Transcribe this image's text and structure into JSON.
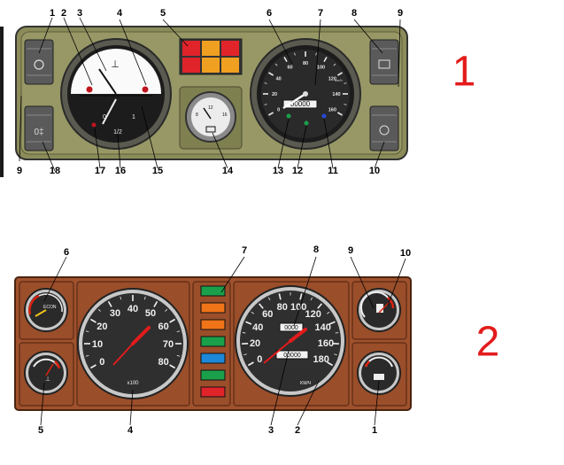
{
  "figure1": {
    "label": "1",
    "callouts": [
      "1",
      "2",
      "3",
      "4",
      "5",
      "6",
      "7",
      "8",
      "9",
      "9",
      "18",
      "17",
      "16",
      "15",
      "14",
      "13",
      "12",
      "11",
      "10"
    ],
    "left_gauge": {
      "fuel_half": "1/2",
      "fuel_zero": "0",
      "fuel_full": "1"
    },
    "voltmeter": {
      "ticks": [
        "8",
        "12",
        "16"
      ]
    },
    "speedometer": {
      "ticks": [
        "0",
        "20",
        "40",
        "60",
        "80",
        "100",
        "120",
        "140",
        "160"
      ],
      "unit": "km/h",
      "odometer": "00000"
    }
  },
  "figure2": {
    "label": "2",
    "callouts": [
      "6",
      "7",
      "8",
      "9",
      "10",
      "5",
      "4",
      "3",
      "2",
      "1"
    ],
    "econ_label": "ECON",
    "tachometer": {
      "ticks": [
        "0",
        "10",
        "20",
        "30",
        "40",
        "50",
        "60",
        "70",
        "80"
      ],
      "unit": "x100"
    },
    "speedometer": {
      "ticks": [
        "0",
        "20",
        "40",
        "60",
        "80",
        "100",
        "120",
        "140",
        "160",
        "180"
      ],
      "unit": "KM/Ч",
      "trip": "0000",
      "odometer": "00000"
    }
  },
  "colors": {
    "accent": "#e31b1b",
    "panel1": "#8b8c5a",
    "panel2": "#a0522d"
  }
}
